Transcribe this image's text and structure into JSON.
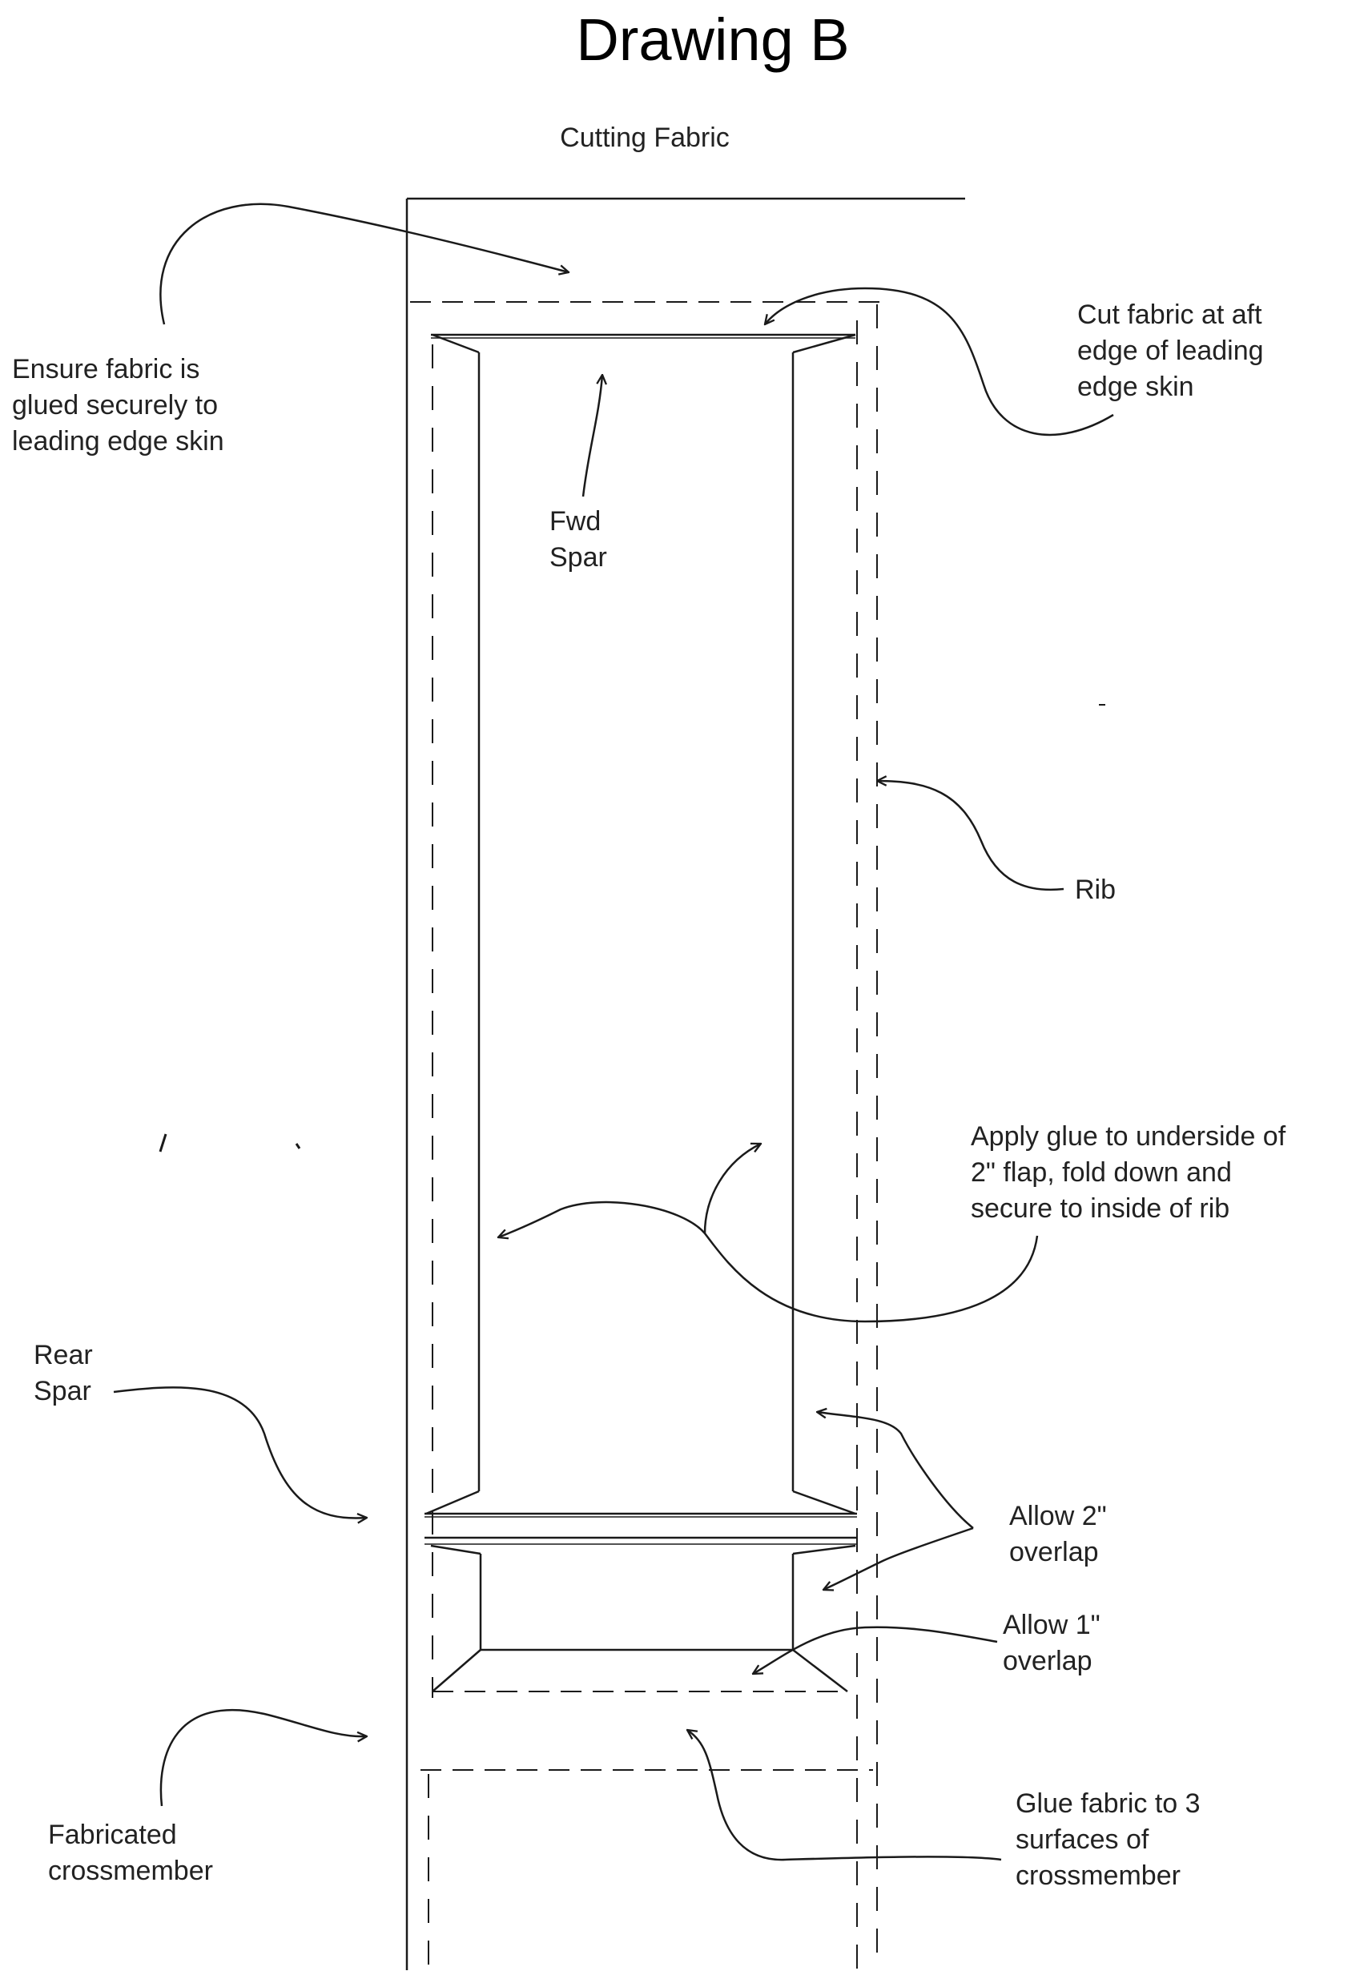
{
  "title": "Drawing B",
  "subtitle": "Cutting Fabric",
  "callouts": {
    "ensure_glued": [
      "Ensure fabric is",
      "glued securely to",
      "leading edge skin"
    ],
    "cut_fabric": [
      "Cut fabric at aft",
      "edge of leading",
      "edge skin"
    ],
    "fwd_spar": [
      "Fwd",
      "Spar"
    ],
    "rib": [
      "Rib"
    ],
    "apply_glue": [
      "Apply glue to underside of",
      "2\" flap, fold down and",
      "secure to inside of rib"
    ],
    "rear_spar": [
      "Rear",
      "Spar"
    ],
    "allow_2": [
      "Allow 2\"",
      "overlap"
    ],
    "allow_1": [
      "Allow 1\"",
      "overlap"
    ],
    "fabricated_crossmember": [
      "Fabricated",
      "crossmember"
    ],
    "glue_fabric": [
      "Glue fabric to 3",
      "surfaces of",
      "crossmember"
    ]
  },
  "colors": {
    "ink": "#1a1a1a",
    "paper": "#ffffff"
  }
}
